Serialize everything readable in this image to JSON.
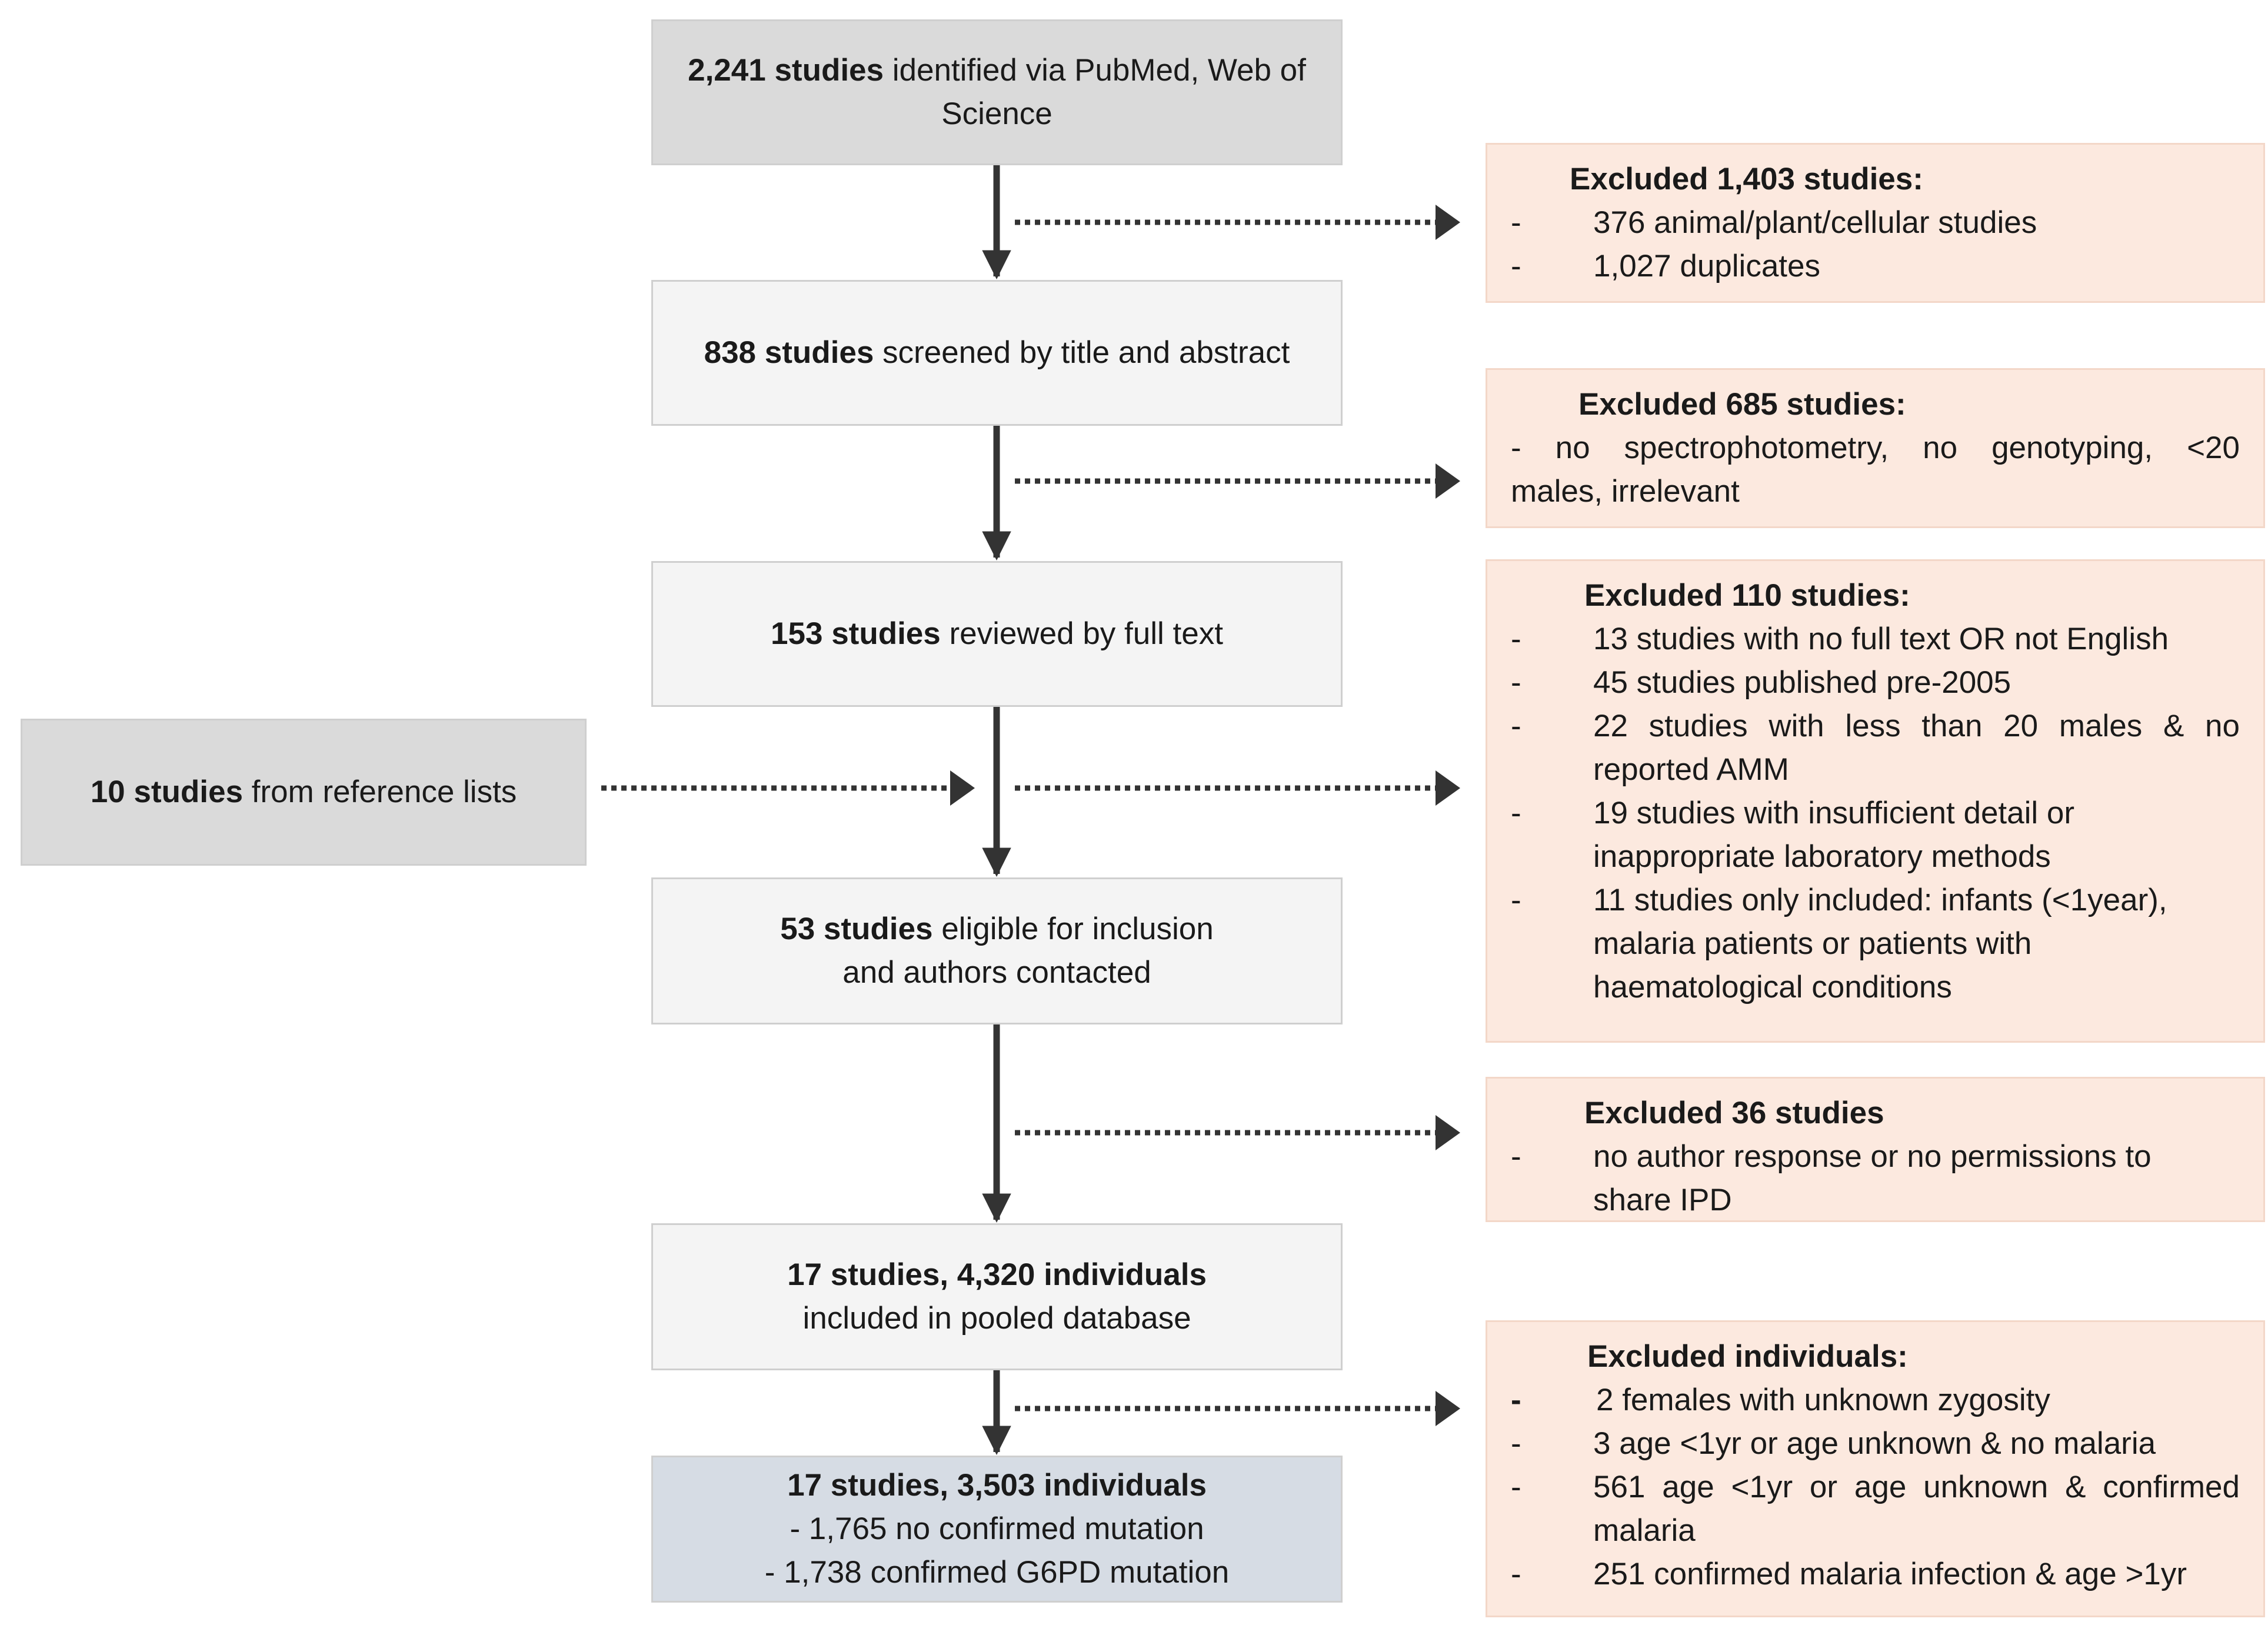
{
  "flow": {
    "identified": {
      "bold": "2,241 studies",
      "text": " identified via PubMed, Web of Science"
    },
    "screened": {
      "bold": "838 studies",
      "text": " screened by title and abstract"
    },
    "reviewed": {
      "bold": "153 studies",
      "text": " reviewed by full text"
    },
    "references": {
      "bold": "10 studies",
      "text": " from reference lists"
    },
    "eligible": {
      "bold": "53 studies",
      "line1": " eligible for inclusion",
      "line2": "and authors contacted"
    },
    "included": {
      "bold": "17 studies, 4,320 individuals",
      "line2": "included in pooled database"
    },
    "final": {
      "bold": "17 studies, 3,503 individuals",
      "line2": "- 1,765 no confirmed mutation",
      "line3": "- 1,738 confirmed G6PD mutation"
    }
  },
  "exclusions": {
    "e1": {
      "title": "Excluded 1,403 studies:",
      "items": [
        "376 animal/plant/cellular studies",
        "1,027 duplicates"
      ]
    },
    "e2": {
      "title": "Excluded 685 studies:",
      "line1": "- no spectrophotometry, no genotyping, <20",
      "line2": "males, irrelevant"
    },
    "e3": {
      "title": "Excluded 110 studies:",
      "items": [
        "13 studies with no full text OR not English",
        "45 studies published pre-2005",
        "22 studies with less than 20 males & no",
        "reported AMM",
        "19 studies with insufficient detail or",
        "inappropriate laboratory methods",
        "11 studies only included: infants (<1year),",
        "malaria patients or patients with",
        "haematological conditions"
      ]
    },
    "e4": {
      "title": "Excluded 36 studies",
      "items": [
        "no author response or no permissions to",
        "share IPD"
      ]
    },
    "e5": {
      "title": "Excluded individuals:",
      "items": [
        "2 females with unknown zygosity",
        "3 age <1yr or age unknown & no malaria",
        "561 age <1yr or age unknown & confirmed",
        "malaria",
        "251 confirmed malaria infection & age >1yr"
      ]
    },
    "dash": "-"
  },
  "colors": {
    "grey_box": "#dadada",
    "light_box": "#f4f4f4",
    "final_box": "#d6dce4",
    "exclusion_box": "#fce9df",
    "arrow": "#333333"
  }
}
